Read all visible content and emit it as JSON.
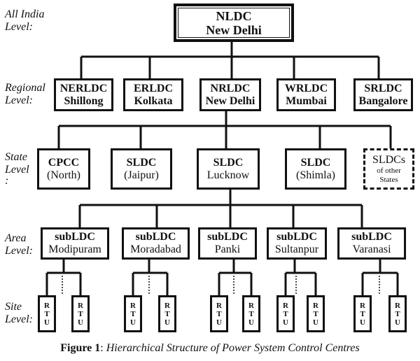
{
  "levels": {
    "all_india": [
      "All India",
      "Level:"
    ],
    "regional": [
      "Regional",
      "Level:"
    ],
    "state": [
      "State",
      "Level",
      ":"
    ],
    "area": [
      "Area",
      "Level:"
    ],
    "site": [
      "Site",
      "Level:"
    ]
  },
  "national": {
    "name": "NLDC",
    "location": "New Delhi"
  },
  "regional": [
    {
      "name": "NERLDC",
      "location": "Shillong"
    },
    {
      "name": "ERLDC",
      "location": "Kolkata"
    },
    {
      "name": "NRLDC",
      "location": "New Delhi"
    },
    {
      "name": "WRLDC",
      "location": "Mumbai"
    },
    {
      "name": "SRLDC",
      "location": "Bangalore"
    }
  ],
  "state": [
    {
      "name": "CPCC",
      "location": "(North)"
    },
    {
      "name": "SLDC",
      "location": "(Jaipur)"
    },
    {
      "name": "SLDC",
      "location": "Lucknow"
    },
    {
      "name": "SLDC",
      "location": "(Shimla)"
    },
    {
      "name": "SLDCs",
      "line2": "of other",
      "line3": "States"
    }
  ],
  "area": [
    {
      "name": "subLDC",
      "location": "Modipuram"
    },
    {
      "name": "subLDC",
      "location": "Moradabad"
    },
    {
      "name": "subLDC",
      "location": "Panki"
    },
    {
      "name": "subLDC",
      "location": "Sultanpur"
    },
    {
      "name": "subLDC",
      "location": "Varanasi"
    }
  ],
  "rtu_letters": [
    "R",
    "T",
    "U"
  ],
  "caption": {
    "label": "Figure 1",
    "sep": ": ",
    "text": "Hierarchical Structure of Power System Control Centres"
  }
}
